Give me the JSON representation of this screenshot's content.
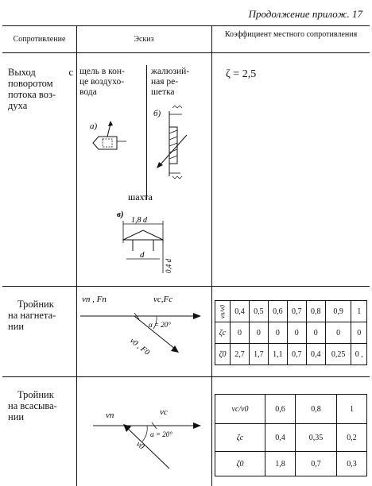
{
  "header_note": "Продолжение прилож. 17",
  "columns": {
    "resistance": "Сопротивление",
    "sketch": "Эскиз",
    "coefficient": "Коэффициент местного сопротивления"
  },
  "row1": {
    "name_lines": [
      "Выход с",
      "поворотом",
      "потока воз-",
      "духа"
    ],
    "sketch_a_label": "щель в кон-це воздухо-вода",
    "sketch_b_label": "жалюзий-ная ре-шетка",
    "label_a": "а)",
    "label_b": "б)",
    "label_v": "в)",
    "shaft": "шахта",
    "dim_top": "1,8 d",
    "dim_bottom": "d",
    "dim_side": "0,4 d",
    "zeta": "ζ = 2,5"
  },
  "row2": {
    "name_lines": [
      "Тройник",
      "на нагнета-",
      "нии"
    ],
    "sketch": {
      "vn_fn": "vп , Fп",
      "vc_fc": "vс,Fс",
      "angle": "α = 20°",
      "v0_f0": "v0 , F0"
    },
    "table": {
      "row_labels": [
        "vп/v0",
        "ζс",
        "ζ0"
      ],
      "r1": [
        "0,4",
        "0,5",
        "0,6",
        "0,7",
        "0,8",
        "0,9",
        "1"
      ],
      "r2": [
        "0",
        "0",
        "0",
        "0",
        "0",
        "0",
        "0"
      ],
      "r3": [
        "2,7",
        "1,7",
        "1,1",
        "0,7",
        "0,4",
        "0,25",
        "0 ,"
      ]
    }
  },
  "row3": {
    "name_lines": [
      "Тройник",
      "на всасыва-",
      "нии"
    ],
    "sketch": {
      "vn": "vп",
      "vc": "vс",
      "angle": "α = 20°",
      "v0": "v0"
    },
    "table": {
      "row_labels": [
        "vс/v0",
        "ζс",
        "ζ0"
      ],
      "r1": [
        "0,6",
        "0,8",
        "1"
      ],
      "r2": [
        "0,4",
        "0,35",
        "0,2"
      ],
      "r3": [
        "1,8",
        "0,7",
        "0,3"
      ]
    }
  }
}
